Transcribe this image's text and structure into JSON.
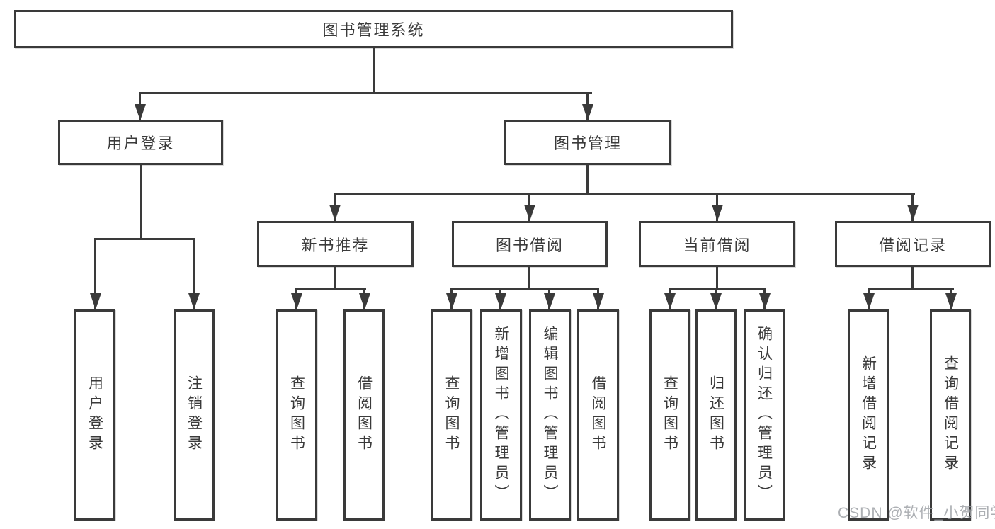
{
  "diagram": {
    "type": "tree",
    "nodes": {
      "root": "图书管理系统",
      "login": "用户登录",
      "mgmt": "图书管理",
      "l3": [
        "新书推荐",
        "图书借阅",
        "当前借阅",
        "借阅记录"
      ],
      "login_children": [
        "用户登录",
        "注销登录"
      ],
      "newbook_children": [
        "查询图书",
        "借阅图书"
      ],
      "borrow_children": [
        "查询图书",
        "新增图书（管理员）",
        "编辑图书（管理员）",
        "借阅图书"
      ],
      "current_children": [
        "查询图书",
        "归还图书",
        "确认归还（管理员）"
      ],
      "records_children": [
        "新增借阅记录",
        "查询借阅记录"
      ]
    },
    "colors": {
      "line": "#3a3a3a",
      "text": "#3a3a3a",
      "box_background": "#ffffff",
      "watermark": "#9ea1a6",
      "background": "#ffffff"
    }
  },
  "watermark": "CSDN @软件_小贺同学"
}
